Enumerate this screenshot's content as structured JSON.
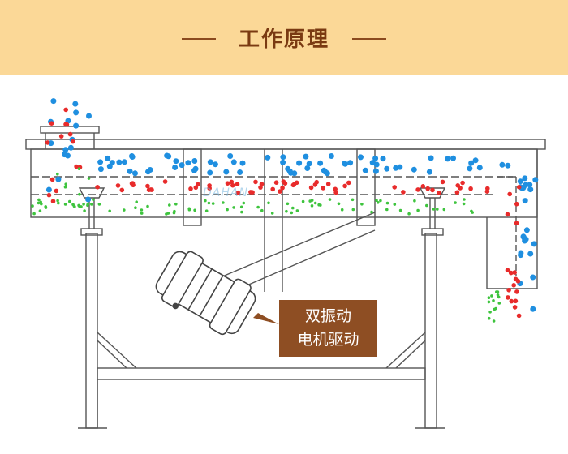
{
  "header": {
    "title": "工作原理",
    "background": "#fbd897",
    "title_color": "#7a3a12"
  },
  "diagram": {
    "subject": "linear vibrating screen",
    "particle_colors": {
      "coarse": "#1f8fe0",
      "medium": "#e82b2b",
      "fine": "#3ec43e"
    },
    "motor_icon": "vibration-motor-icon"
  },
  "callout": {
    "line1": "双振动",
    "line2": "电机驱动",
    "background": "#8e4e23"
  },
  "watermark": {
    "text": "DAHAN"
  }
}
